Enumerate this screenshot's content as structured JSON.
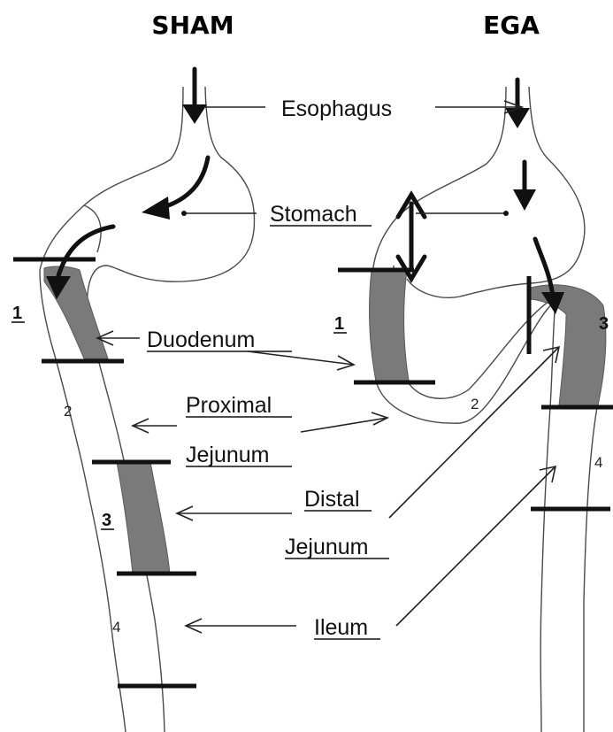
{
  "titles": {
    "left": "SHAM",
    "right": "EGA"
  },
  "labels": {
    "esophagus": "Esophagus",
    "stomach": "Stomach",
    "duodenum": "Duodenum",
    "proximal": "Proximal",
    "jejunum_proximal": "Jejunum",
    "distal": "Distal",
    "jejunum_distal": "Jejunum",
    "ileum": "Ileum"
  },
  "segments": {
    "sham": {
      "s1": "1",
      "s2": "2",
      "s3": "3",
      "s4": "4"
    },
    "ega": {
      "s1": "1",
      "s2": "2",
      "s3": "3",
      "s4": "4"
    }
  }
}
